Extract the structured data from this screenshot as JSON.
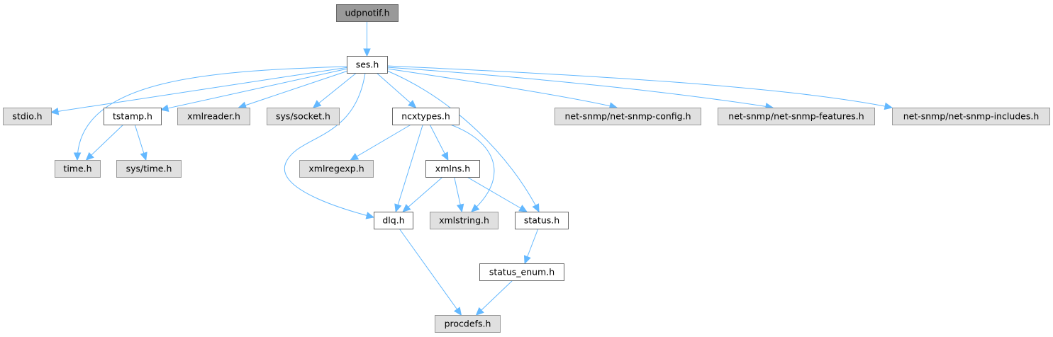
{
  "title": "udpnotif.h include dependency graph",
  "colors": {
    "root_fill": "#999999",
    "root_stroke": "#666666",
    "documented_fill": "#ffffff",
    "documented_stroke": "#666666",
    "external_fill": "#e0e0e0",
    "external_stroke": "#999999",
    "edge": "#63b8ff"
  },
  "nodes": [
    {
      "id": "udpnotif",
      "label": "udpnotif.h",
      "kind": "root"
    },
    {
      "id": "ses",
      "label": "ses.h",
      "kind": "documented"
    },
    {
      "id": "stdio",
      "label": "stdio.h",
      "kind": "external"
    },
    {
      "id": "tstamp",
      "label": "tstamp.h",
      "kind": "documented"
    },
    {
      "id": "xmlreader",
      "label": "xmlreader.h",
      "kind": "external"
    },
    {
      "id": "syssocket",
      "label": "sys/socket.h",
      "kind": "external"
    },
    {
      "id": "ncxtypes",
      "label": "ncxtypes.h",
      "kind": "documented"
    },
    {
      "id": "snmpconfig",
      "label": "net-snmp/net-snmp-config.h",
      "kind": "external"
    },
    {
      "id": "snmpfeatures",
      "label": "net-snmp/net-snmp-features.h",
      "kind": "external"
    },
    {
      "id": "snmpincludes",
      "label": "net-snmp/net-snmp-includes.h",
      "kind": "external"
    },
    {
      "id": "time",
      "label": "time.h",
      "kind": "external"
    },
    {
      "id": "systime",
      "label": "sys/time.h",
      "kind": "external"
    },
    {
      "id": "xmlregexp",
      "label": "xmlregexp.h",
      "kind": "external"
    },
    {
      "id": "xmlns",
      "label": "xmlns.h",
      "kind": "documented"
    },
    {
      "id": "dlq",
      "label": "dlq.h",
      "kind": "documented"
    },
    {
      "id": "xmlstring",
      "label": "xmlstring.h",
      "kind": "external"
    },
    {
      "id": "status",
      "label": "status.h",
      "kind": "documented"
    },
    {
      "id": "statusenum",
      "label": "status_enum.h",
      "kind": "documented"
    },
    {
      "id": "procdefs",
      "label": "procdefs.h",
      "kind": "external"
    }
  ],
  "edges": [
    [
      "udpnotif",
      "ses"
    ],
    [
      "ses",
      "stdio"
    ],
    [
      "ses",
      "time"
    ],
    [
      "ses",
      "tstamp"
    ],
    [
      "ses",
      "xmlreader"
    ],
    [
      "ses",
      "syssocket"
    ],
    [
      "ses",
      "dlq"
    ],
    [
      "ses",
      "ncxtypes"
    ],
    [
      "ses",
      "status"
    ],
    [
      "ses",
      "snmpconfig"
    ],
    [
      "ses",
      "snmpfeatures"
    ],
    [
      "ses",
      "snmpincludes"
    ],
    [
      "tstamp",
      "time"
    ],
    [
      "tstamp",
      "systime"
    ],
    [
      "ncxtypes",
      "xmlregexp"
    ],
    [
      "ncxtypes",
      "dlq"
    ],
    [
      "ncxtypes",
      "xmlns"
    ],
    [
      "ncxtypes",
      "xmlstring"
    ],
    [
      "xmlns",
      "dlq"
    ],
    [
      "xmlns",
      "xmlstring"
    ],
    [
      "xmlns",
      "status"
    ],
    [
      "dlq",
      "procdefs"
    ],
    [
      "status",
      "statusenum"
    ],
    [
      "statusenum",
      "procdefs"
    ]
  ]
}
